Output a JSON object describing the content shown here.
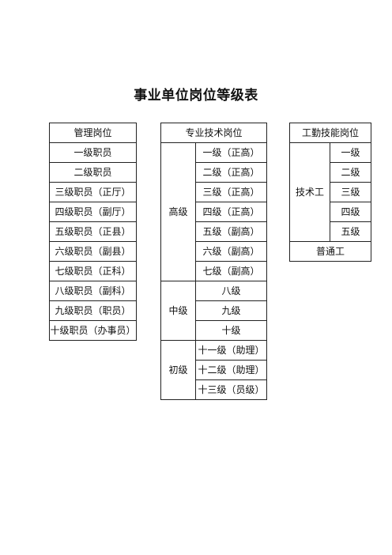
{
  "title": "事业单位岗位等级表",
  "management": {
    "header": "管理岗位",
    "rows": [
      "一级职员",
      "二级职员",
      "三级职员（正厅）",
      "四级职员（副厅）",
      "五级职员（正县）",
      "六级职员（副县）",
      "七级职员（正科）",
      "八级职员（副科）",
      "九级职员（职员）",
      "十级职员（办事员）"
    ]
  },
  "technical": {
    "header": "专业技术岗位",
    "groups": [
      {
        "label": "高级",
        "items": [
          "一级（正高）",
          "二级（正高）",
          "三级（正高）",
          "四级（正高）",
          "五级（副高）",
          "六级（副高）",
          "七级（副高）"
        ]
      },
      {
        "label": "中级",
        "items": [
          "八级",
          "九级",
          "十级"
        ]
      },
      {
        "label": "初级",
        "items": [
          "十一级（助理）",
          "十二级（助理）",
          "十三级（员级）"
        ]
      }
    ]
  },
  "labor": {
    "header": "工勤技能岗位",
    "skilled_label": "技术工",
    "skilled_items": [
      "一级",
      "二级",
      "三级",
      "四级",
      "五级"
    ],
    "general_label": "普通工"
  }
}
